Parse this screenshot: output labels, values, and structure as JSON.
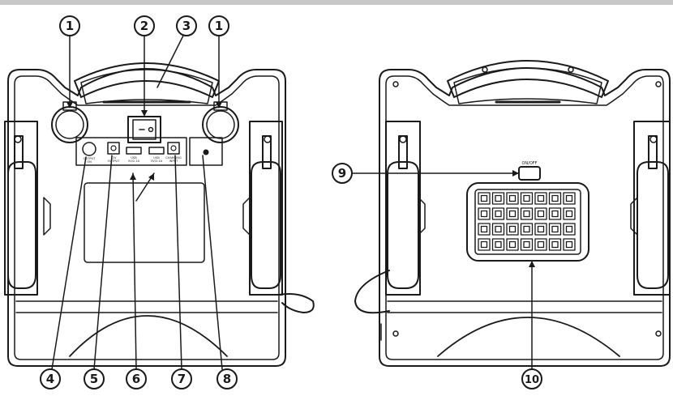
{
  "figure": {
    "callouts": [
      "1",
      "2",
      "3",
      "1",
      "4",
      "5",
      "6",
      "7",
      "8",
      "9",
      "10"
    ],
    "panel_text": {
      "output_on": [
        "OUTPUT",
        "ON"
      ],
      "dc_output": [
        "12V",
        "OUTPUT"
      ],
      "usb1": [
        "USB",
        "5V/2.1A"
      ],
      "usb2": [
        "USB",
        "5V/2.1A"
      ],
      "charging_input": [
        "CHARGING",
        "INPUT"
      ],
      "on_off": "ON/OFF"
    }
  },
  "icons": {
    "unit": "jump-starter-icon",
    "led": "led-lamp-icon"
  },
  "colors": {
    "stroke": "#1a1a1a",
    "background": "#ffffff",
    "topbar": "#c8c8c8"
  }
}
